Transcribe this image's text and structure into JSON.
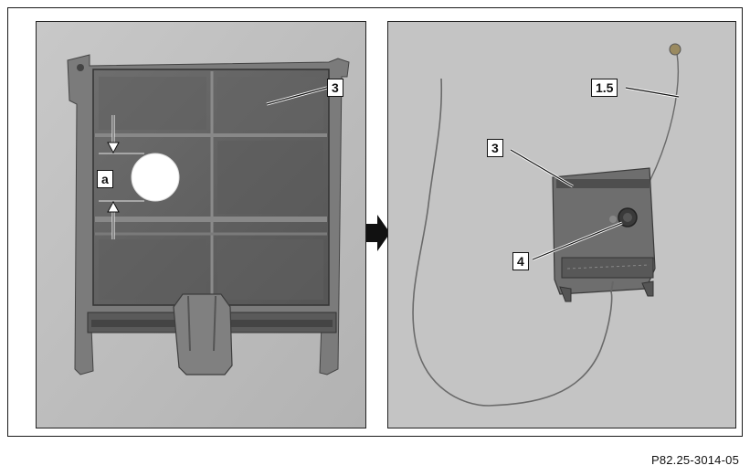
{
  "figure": {
    "left_panel": {
      "callout_component": "3",
      "callout_dimension": "a"
    },
    "right_panel": {
      "callout_wire": "1.5",
      "callout_component": "3",
      "callout_part": "4"
    },
    "reference_code": "P82.25-3014-05"
  },
  "icons": {
    "transition": "right-arrow-icon"
  }
}
